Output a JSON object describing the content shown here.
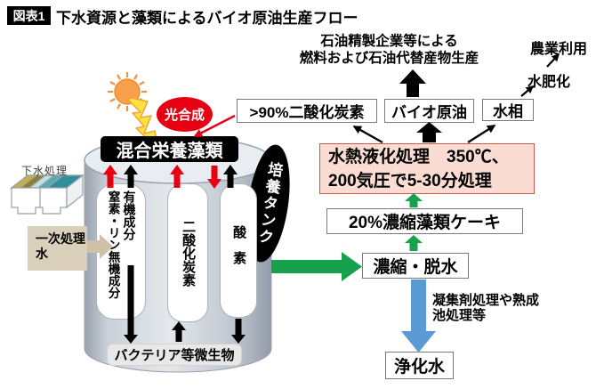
{
  "header": {
    "figure_label": "図表1",
    "title": "下水資源と藻類によるバイオ原油生産フロー"
  },
  "outputs": {
    "refinery_line1": "石油精製企業等による",
    "refinery_line2": "燃料および石油代替産物生産",
    "agriculture": "農業利用",
    "fertilizer": "水肥化"
  },
  "process": {
    "co2_box": ">90%二酸化炭素",
    "bio_crude": "バイオ原油",
    "water_phase": "水相",
    "htl_line1": "水熱液化処理　350℃、",
    "htl_line2": "200気圧で5-30分処理",
    "cake": "20%濃縮藻類ケーキ",
    "dewater": "濃縮・脱水",
    "coag_line1": "凝集剤処理や熟成",
    "coag_line2": "池処理等",
    "purified_water": "浄化水"
  },
  "tank": {
    "label": "培養タンク",
    "algae": "混合栄養藻類",
    "photosynthesis": "光合成",
    "organic": "有機成分",
    "nutrients": "窒素・リン無機成分",
    "co2": "二酸化炭素",
    "oxygen": "酸素",
    "bacteria": "バクテリア等微生物"
  },
  "input": {
    "sewage": "下水処理",
    "primary_water": "一次処理水"
  },
  "colors": {
    "red": "#e60012",
    "green": "#16a24d",
    "blue": "#5b9bd5",
    "pink_fill": "#fbdcd2",
    "pink_border": "#c9564a",
    "tan": "#d9cfba"
  }
}
